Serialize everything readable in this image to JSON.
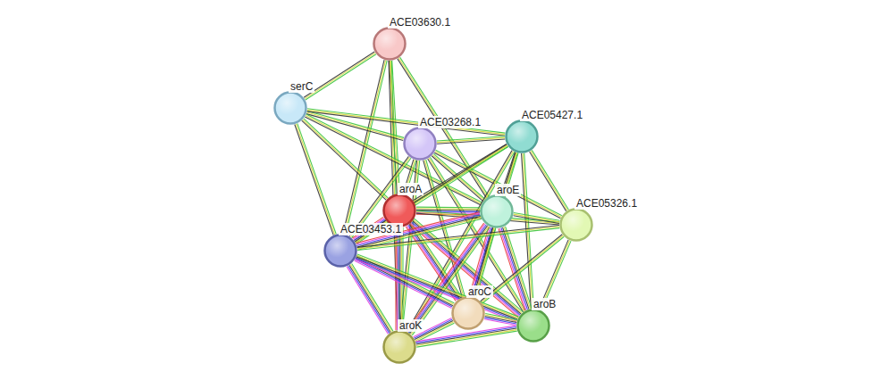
{
  "diagram": {
    "nodes": [
      {
        "text": [
          "ACE03630.1"
        ]
      },
      {
        "text": [
          "serC"
        ]
      },
      {
        "text": [
          "ACE03268.1"
        ]
      },
      {
        "text": [
          "ACE05427.1"
        ]
      },
      {
        "text": [
          "aroA"
        ]
      },
      {
        "text": [
          "aroE"
        ]
      },
      {
        "text": [
          "ACE05326.1"
        ]
      },
      {
        "text": [
          "ACE03453.1"
        ]
      },
      {
        "text": [
          "aroC"
        ]
      },
      {
        "text": [
          "aroB"
        ]
      },
      {
        "text": [
          "aroK"
        ]
      }
    ],
    "edges": [
      {
        "from": 0,
        "to": 1,
        "arrow": "none"
      },
      {
        "from": 0,
        "to": 4,
        "arrow": "none"
      },
      {
        "from": 0,
        "to": 5,
        "arrow": "none"
      },
      {
        "from": 0,
        "to": 7,
        "arrow": "none"
      },
      {
        "from": 0,
        "to": 10,
        "arrow": "none"
      },
      {
        "from": 1,
        "to": 2,
        "arrow": "none"
      },
      {
        "from": 1,
        "to": 3,
        "arrow": "none"
      },
      {
        "from": 1,
        "to": 4,
        "arrow": "none"
      },
      {
        "from": 1,
        "to": 5,
        "arrow": "none"
      },
      {
        "from": 1,
        "to": 7,
        "arrow": "none"
      },
      {
        "from": 2,
        "to": 3,
        "arrow": "none"
      },
      {
        "from": 2,
        "to": 4,
        "arrow": "none"
      },
      {
        "from": 2,
        "to": 5,
        "arrow": "none"
      },
      {
        "from": 2,
        "to": 6,
        "arrow": "none"
      },
      {
        "from": 2,
        "to": 7,
        "arrow": "none"
      },
      {
        "from": 2,
        "to": 8,
        "arrow": "none"
      },
      {
        "from": 2,
        "to": 9,
        "arrow": "none"
      },
      {
        "from": 2,
        "to": 10,
        "arrow": "none"
      },
      {
        "from": 3,
        "to": 4,
        "arrow": "none"
      },
      {
        "from": 3,
        "to": 5,
        "arrow": "none"
      },
      {
        "from": 3,
        "to": 6,
        "arrow": "none"
      },
      {
        "from": 3,
        "to": 7,
        "arrow": "none"
      },
      {
        "from": 3,
        "to": 8,
        "arrow": "none"
      },
      {
        "from": 3,
        "to": 9,
        "arrow": "none"
      },
      {
        "from": 3,
        "to": 10,
        "arrow": "none"
      },
      {
        "from": 4,
        "to": 5,
        "arrow": "none"
      },
      {
        "from": 4,
        "to": 6,
        "arrow": "none"
      },
      {
        "from": 4,
        "to": 7,
        "arrow": "none"
      },
      {
        "from": 4,
        "to": 8,
        "arrow": "none"
      },
      {
        "from": 4,
        "to": 9,
        "arrow": "none"
      },
      {
        "from": 4,
        "to": 10,
        "arrow": "none"
      },
      {
        "from": 5,
        "to": 6,
        "arrow": "none"
      },
      {
        "from": 5,
        "to": 7,
        "arrow": "none"
      },
      {
        "from": 5,
        "to": 8,
        "arrow": "none"
      },
      {
        "from": 5,
        "to": 9,
        "arrow": "none"
      },
      {
        "from": 5,
        "to": 10,
        "arrow": "none"
      },
      {
        "from": 6,
        "to": 7,
        "arrow": "none"
      },
      {
        "from": 6,
        "to": 8,
        "arrow": "none"
      },
      {
        "from": 6,
        "to": 9,
        "arrow": "none"
      },
      {
        "from": 7,
        "to": 8,
        "arrow": "none"
      },
      {
        "from": 7,
        "to": 9,
        "arrow": "none"
      },
      {
        "from": 7,
        "to": 10,
        "arrow": "none"
      },
      {
        "from": 8,
        "to": 9,
        "arrow": "none"
      },
      {
        "from": 8,
        "to": 10,
        "arrow": "none"
      },
      {
        "from": 9,
        "to": 10,
        "arrow": "none"
      }
    ]
  }
}
